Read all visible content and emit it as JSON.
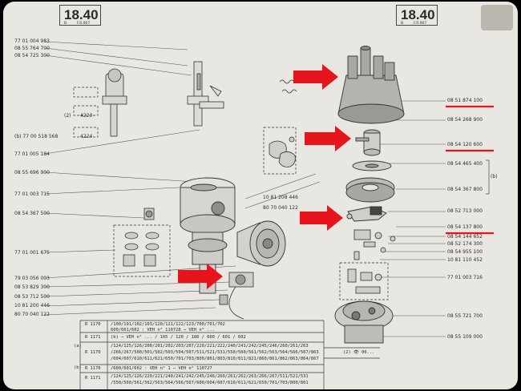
{
  "header": {
    "left": {
      "section": "18.40",
      "sub": "B",
      "code": "F.R.907"
    },
    "right": {
      "section": "18.40",
      "sub": "B",
      "code": "F.R.907"
    }
  },
  "left_refs": {
    "r1": "77 01 004 983",
    "r2": "08 55 764 700",
    "r3": "08 54 725 300",
    "r4": "77 01 005 184",
    "r5": "08 55 696 900",
    "r6": "77 01 003 715",
    "r7": "08 54 367 500",
    "r8": "77 01 001 675",
    "r9": "79 03 056 003",
    "r10": "08 53 829 300",
    "r11": "08 53 712 500",
    "r12": "10 81 200 446",
    "r13": "80 70 040 122"
  },
  "left_boxes": {
    "a": "(2)",
    "b": "(b) 77 00 518 568",
    "ref_a": "4223",
    "ref_b": "4224"
  },
  "center_refs": {
    "c1": "10 81 208 446",
    "c2": "80 70 040 122"
  },
  "right_refs": {
    "p1": "08 51 874 100",
    "p2": "08 54 268 900",
    "p3": "08 54 120 600",
    "p4": "08 54 465 400",
    "p5": "08 54 367 800",
    "p6": "08 52 713 000",
    "p7": "08 54 137 800",
    "p8": "08 54 144 652",
    "p9": "08 52 174 300",
    "p10": "08 54 955 100",
    "p11": "10 81 110 452",
    "p12": "77 01 003 716",
    "p13": "08 55 721 700",
    "p14": "08 55 109 000",
    "b_marker": "(b)"
  },
  "table": {
    "row1_label": "R 1170",
    "row1_text": "/100/191/102/103/120/121/122/123/700/701/702",
    "row1b_text": "600/601/602 : VEH n° 110728 ⇨ VEH n° ...",
    "row2_label": "R 1171",
    "row2_text": "(b) ⇨ VEH n° ... / 105 / 120 / 180 / 600 / 601 / 602",
    "row3_label": "R 1170",
    "row3_text": "/124/125/126/200/201/202/203/207/220/221/222/240/241/242/245/246/260/261/263",
    "row3b_text": "/266/267/500/501/502/503/504/507/511/521/531/550/560/561/562/563/564/566/567/863",
    "row3c_text": "/604/607/610/611/621/650/701/703/800/801/803/810/811/821/860/861/862/863/864/867",
    "row4_label": "R 1170",
    "row4_text": "/600/601/602 : VEH n°  1 ⇨ VEH n° 110727",
    "row5_label": "R 1171",
    "row5_text": "/124/125/126/220/221/240/241/242/245/246/260/261/262/263/266/267/511/521/531",
    "row5b_text": "/550/560/561/562/563/564/566/567/600/604/607/610/611/621/650/701/703/800/801",
    "marker_a": "(a)",
    "marker_b": "(b)",
    "footer": "(2) 👁 06..."
  },
  "colors": {
    "highlight_arrow": "#e8141c",
    "underline": "#e8141c",
    "ink": "#2a2a2a",
    "paper": "#e9e7e2"
  }
}
